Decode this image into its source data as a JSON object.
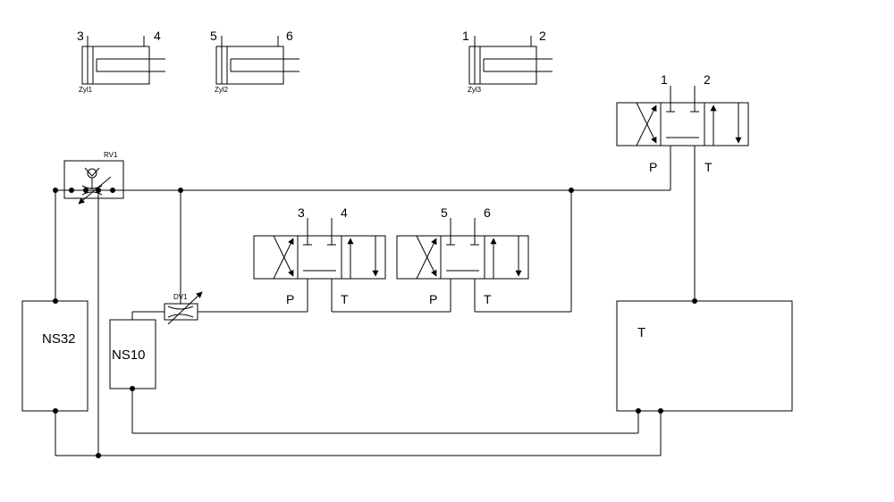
{
  "cylinders": [
    {
      "name": "Zyl1",
      "port_left": "3",
      "port_right": "4"
    },
    {
      "name": "Zyl2",
      "port_left": "5",
      "port_right": "6"
    },
    {
      "name": "Zyl3",
      "port_left": "1",
      "port_right": "2"
    }
  ],
  "valves": [
    {
      "port_a": "1",
      "port_b": "2",
      "port_p": "P",
      "port_t": "T"
    },
    {
      "port_a": "3",
      "port_b": "4",
      "port_p": "P",
      "port_t": "T"
    },
    {
      "port_a": "5",
      "port_b": "6",
      "port_p": "P",
      "port_t": "T"
    }
  ],
  "components": {
    "relief_valve": "RV1",
    "flow_valve": "DV1",
    "pump_large": "NS32",
    "pump_small": "NS10",
    "tank": "T"
  }
}
